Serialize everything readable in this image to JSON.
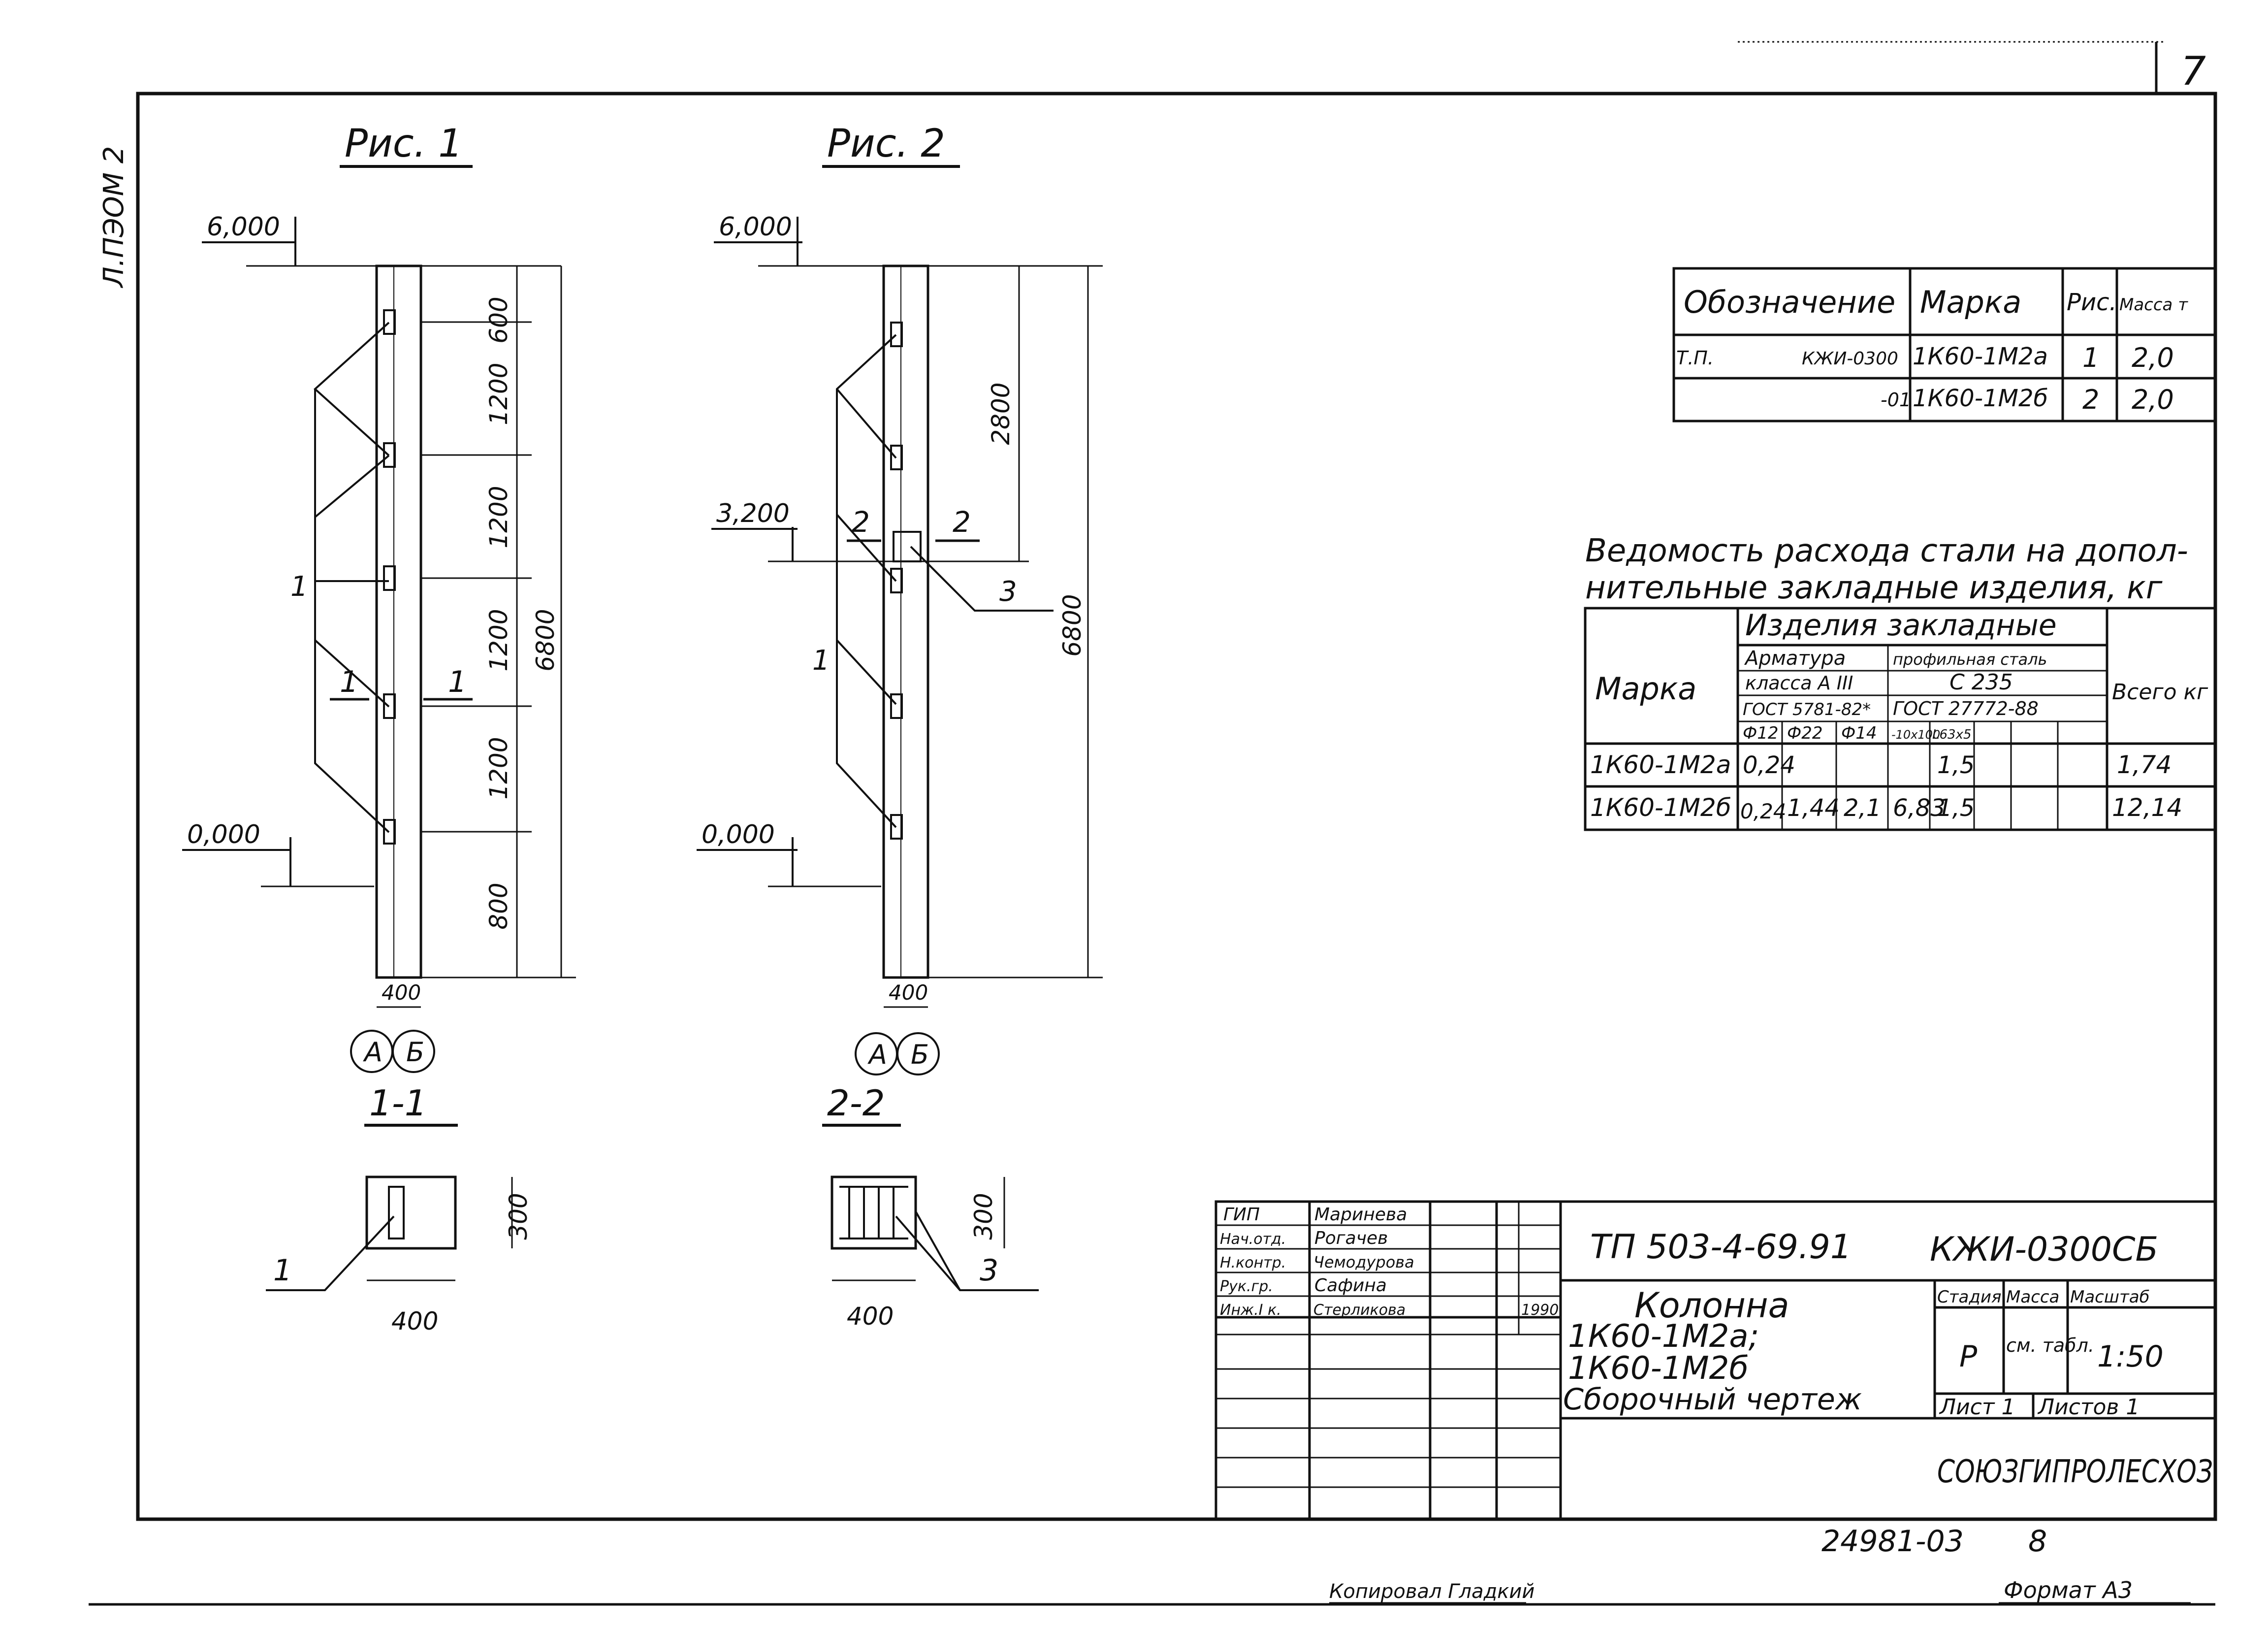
{
  "sheet": {
    "page_number": "7",
    "side_label": "Л.ПЭОМ 2",
    "bottom_code": "24981-03",
    "bottom_num": "8",
    "copied_by": "Копировал Гладкий",
    "format": "Формат А3"
  },
  "fig1": {
    "title": "Рис. 1",
    "elev_top": "6,000",
    "elev_zero": "0,000",
    "dims": [
      "600",
      "1200",
      "1200",
      "1200",
      "1200",
      "800"
    ],
    "total": "6800",
    "width": "400",
    "leader_label": "1",
    "section_mark": "1",
    "axis_a": "А",
    "axis_b": "Б",
    "section_title": "1-1",
    "section_width": "400",
    "section_height": "300",
    "section_leader": "1"
  },
  "fig2": {
    "title": "Рис. 2",
    "elev_top": "6,000",
    "elev_mid": "3,200",
    "elev_zero": "0,000",
    "dim_upper": "2800",
    "total": "6800",
    "width": "400",
    "leader_label": "1",
    "leader_label3": "3",
    "section_mark": "2",
    "axis_a": "А",
    "axis_b": "Б",
    "section_title": "2-2",
    "section_width": "400",
    "section_height": "300",
    "section_leader": "3"
  },
  "spec_table": {
    "headers": [
      "Обозначение",
      "Марка",
      "Рис.",
      "Масса т"
    ],
    "rows": [
      {
        "prefix": "Т.П.",
        "code": "КЖИ-0300",
        "mark": "1К60-1М2а",
        "fig": "1",
        "mass": "2,0"
      },
      {
        "prefix": "",
        "code": "-01",
        "mark": "1К60-1М2б",
        "fig": "2",
        "mass": "2,0"
      }
    ]
  },
  "steel_table": {
    "title_line1": "Ведомость расхода стали на допол-",
    "title_line2": "нительные закладные изделия, кг",
    "group": "Изделия закладные",
    "col_mark": "Марка",
    "col_total": "Всего кг",
    "armature": "Арматура",
    "armature_class": "класса А III",
    "armature_gost": "ГОСТ 5781-82*",
    "profile": "профильная сталь",
    "profile_grade": "С 235",
    "profile_gost": "ГОСТ 27772-88",
    "sub": [
      "Ф12",
      "Ф22",
      "Ф14",
      "-10х100",
      "L63х5",
      "",
      ""
    ],
    "rows": [
      {
        "mark": "1К60-1М2а",
        "vals": [
          "0,24",
          "",
          "",
          "",
          "1,5",
          "",
          ""
        ],
        "total": "1,74"
      },
      {
        "mark": "1К60-1М2б",
        "vals": [
          "0,24",
          "1,44",
          "2,1",
          "6,83",
          "1,5",
          "",
          ""
        ],
        "total": "12,14"
      }
    ]
  },
  "title_block": {
    "staff": [
      {
        "role": "ГИП",
        "name": "Маринева",
        "sig": "",
        "date": ""
      },
      {
        "role": "Нач.отд.",
        "name": "Рогачев",
        "sig": "",
        "date": ""
      },
      {
        "role": "Н.контр.",
        "name": "Чемодурова",
        "sig": "",
        "date": ""
      },
      {
        "role": "Рук.гр.",
        "name": "Сафина",
        "sig": "",
        "date": ""
      },
      {
        "role": "Инж.I к.",
        "name": "Стерликова",
        "sig": "",
        "date": "1990"
      }
    ],
    "project_code": "ТП 503-4-69.91",
    "doc_code": "КЖИ-0300СБ",
    "name_line1": "Колонна",
    "name_line2": "1К60-1М2а;",
    "name_line3": "1К60-1М2б",
    "name_line4": "Сборочный чертеж",
    "stage_label": "Стадия",
    "mass_label": "Масса",
    "scale_label": "Масштаб",
    "stage": "Р",
    "mass": "см. табл.",
    "scale": "1:50",
    "sheet_label": "Лист 1",
    "sheets_label": "Листов 1",
    "org": "СОЮЗГИПРОЛЕСХОЗ"
  }
}
